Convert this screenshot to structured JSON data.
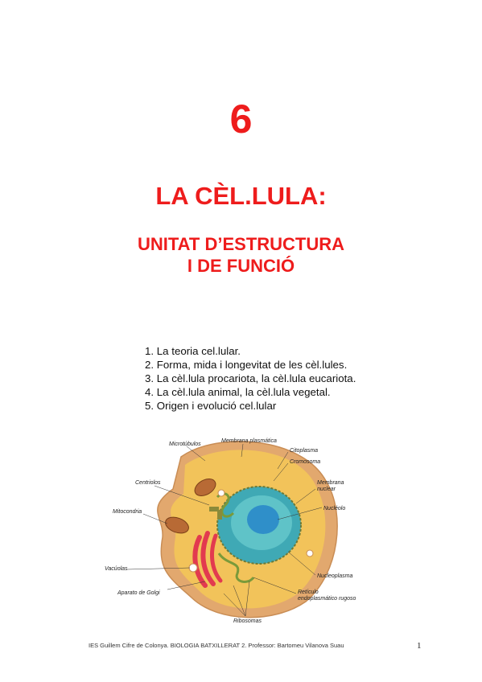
{
  "chapter": {
    "number": "6",
    "title": "LA CÈL.LULA:",
    "subtitle_line1": "UNITAT D’ESTRUCTURA",
    "subtitle_line2": "I DE FUNCIÓ"
  },
  "toc": [
    "1. La teoria cel.lular.",
    "2. Forma, mida i longevitat de les cèl.lules.",
    "3. La cèl.lula procariota, la cèl.lula eucariota.",
    "4. La cèl.lula animal, la cèl.lula vegetal.",
    "5. Origen i evolució cel.lular"
  ],
  "figure": {
    "labels": {
      "microtubuls": "Microtúbulos",
      "membrana_plasmatica": "Membrana plasmática",
      "citoplasma": "Citoplasma",
      "cromosoma": "Cromosoma",
      "centriolos": "Centriolos",
      "membrana_nuclear_1": "Membrana",
      "membrana_nuclear_2": "nuclear",
      "nucleolo": "Nucléolo",
      "mitocondria": "Mitocondria",
      "vacuolas": "Vacúolas",
      "nucleoplasma": "Nucleoplasma",
      "aparato_golgi": "Aparato de Golgi",
      "reticulo_1": "Retículo",
      "reticulo_2": "endoplasmático rugoso",
      "ribosomas": "Ribosomas"
    },
    "colors": {
      "cytoplasm": "#f2c35a",
      "membrane": "#e2a86e",
      "nucleus": "#3fa9b5",
      "nucleolus": "#2f8fc9",
      "golgi": "#e23a4f",
      "mitochondria": "#b86a35"
    }
  },
  "footer": {
    "text": "IES Guillem Cifre de Colonya.   BIOLOGIA BATXILLERAT 2.   Professor: Bartomeu Vilanova Suau",
    "page": "1"
  }
}
